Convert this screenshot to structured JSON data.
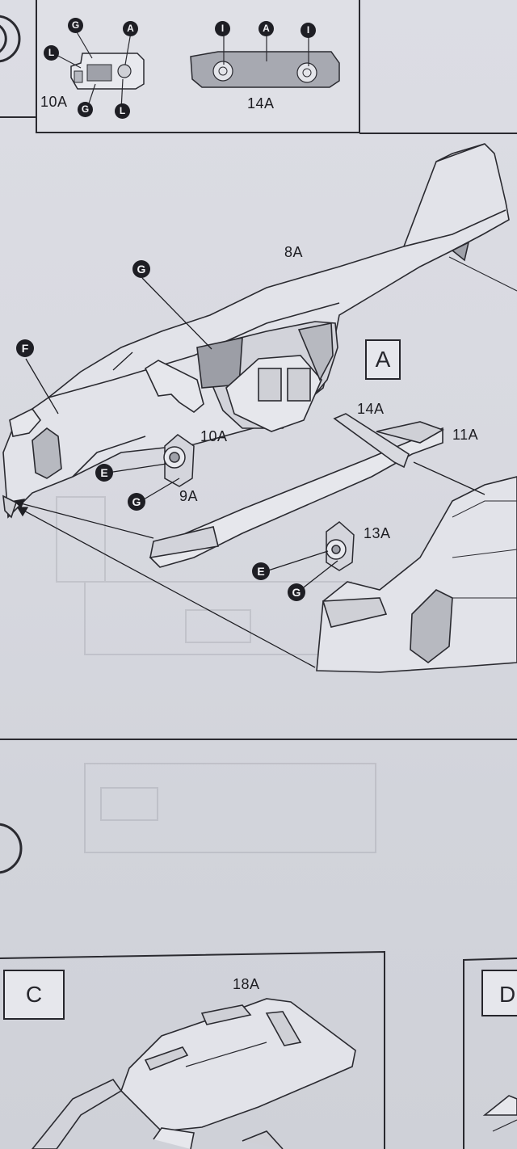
{
  "inset": {
    "labels": [
      "10A",
      "14A"
    ],
    "callouts": [
      "G",
      "A",
      "L",
      "G",
      "L",
      "I",
      "A",
      "I"
    ]
  },
  "main": {
    "assembly_box": "A",
    "part_labels": {
      "fuselage_left": "8A",
      "instrument_panel": "10A",
      "glare_shield": "14A",
      "cockpit_floor": "11A",
      "intake_left": "9A",
      "intake_right": "13A"
    },
    "callouts": {
      "cockpit": "G",
      "nose": "F",
      "intake_left_1": "E",
      "intake_left_2": "G",
      "intake_right_1": "E",
      "intake_right_2": "G"
    }
  },
  "lower": {
    "box_c": "C",
    "box_d": "D",
    "part_label": "18A"
  },
  "colors": {
    "paper": "#d8d9e0",
    "ink": "#1d1d22",
    "callout_fill": "#1e1e24",
    "gray_part": "#a7a9b1"
  }
}
